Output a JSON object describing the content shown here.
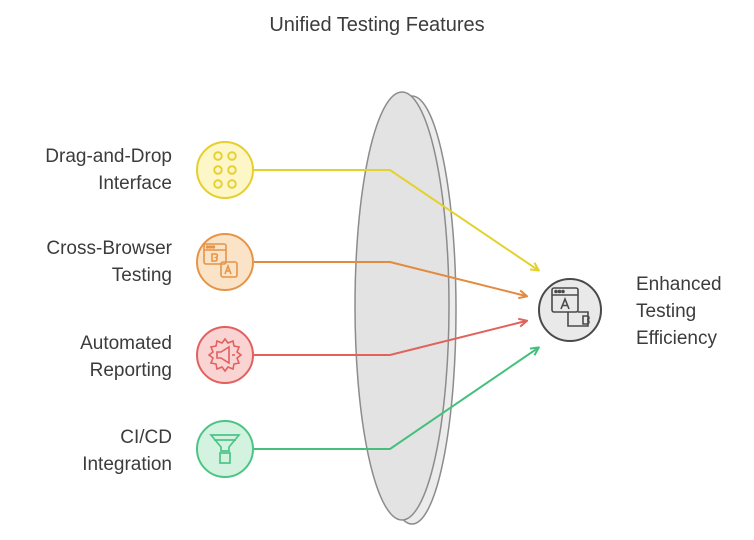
{
  "title": "Unified Testing Features",
  "inputs": [
    {
      "lines": [
        "Drag-and-Drop",
        "Interface"
      ],
      "icon": "grid-dots-icon",
      "stroke": "#e6cf2c",
      "fill": "#fdf6c6",
      "arrow": "#e3d22e"
    },
    {
      "lines": [
        "Cross-Browser",
        "Testing"
      ],
      "icon": "browser-ab-icon",
      "stroke": "#e59548",
      "fill": "#fbe3c8",
      "arrow": "#e48a3e"
    },
    {
      "lines": [
        "Automated",
        "Reporting"
      ],
      "icon": "gear-megaphone-icon",
      "stroke": "#e26060",
      "fill": "#fad4d2",
      "arrow": "#e1625a"
    },
    {
      "lines": [
        "CI/CD",
        "Integration"
      ],
      "icon": "funnel-icon",
      "stroke": "#4cc486",
      "fill": "#d3f3e0",
      "arrow": "#45c07c"
    }
  ],
  "output": {
    "lines": [
      "Enhanced",
      "Testing",
      "Efficiency"
    ],
    "icon": "browser-ab-icon",
    "stroke": "#4a4a4a",
    "fill": "#e9e9e9"
  },
  "colors": {
    "lens_fill": "#e3e3e3",
    "lens_edge": "#ededed",
    "lens_stroke": "#8c8c8c",
    "text": "#3c3c3c"
  }
}
